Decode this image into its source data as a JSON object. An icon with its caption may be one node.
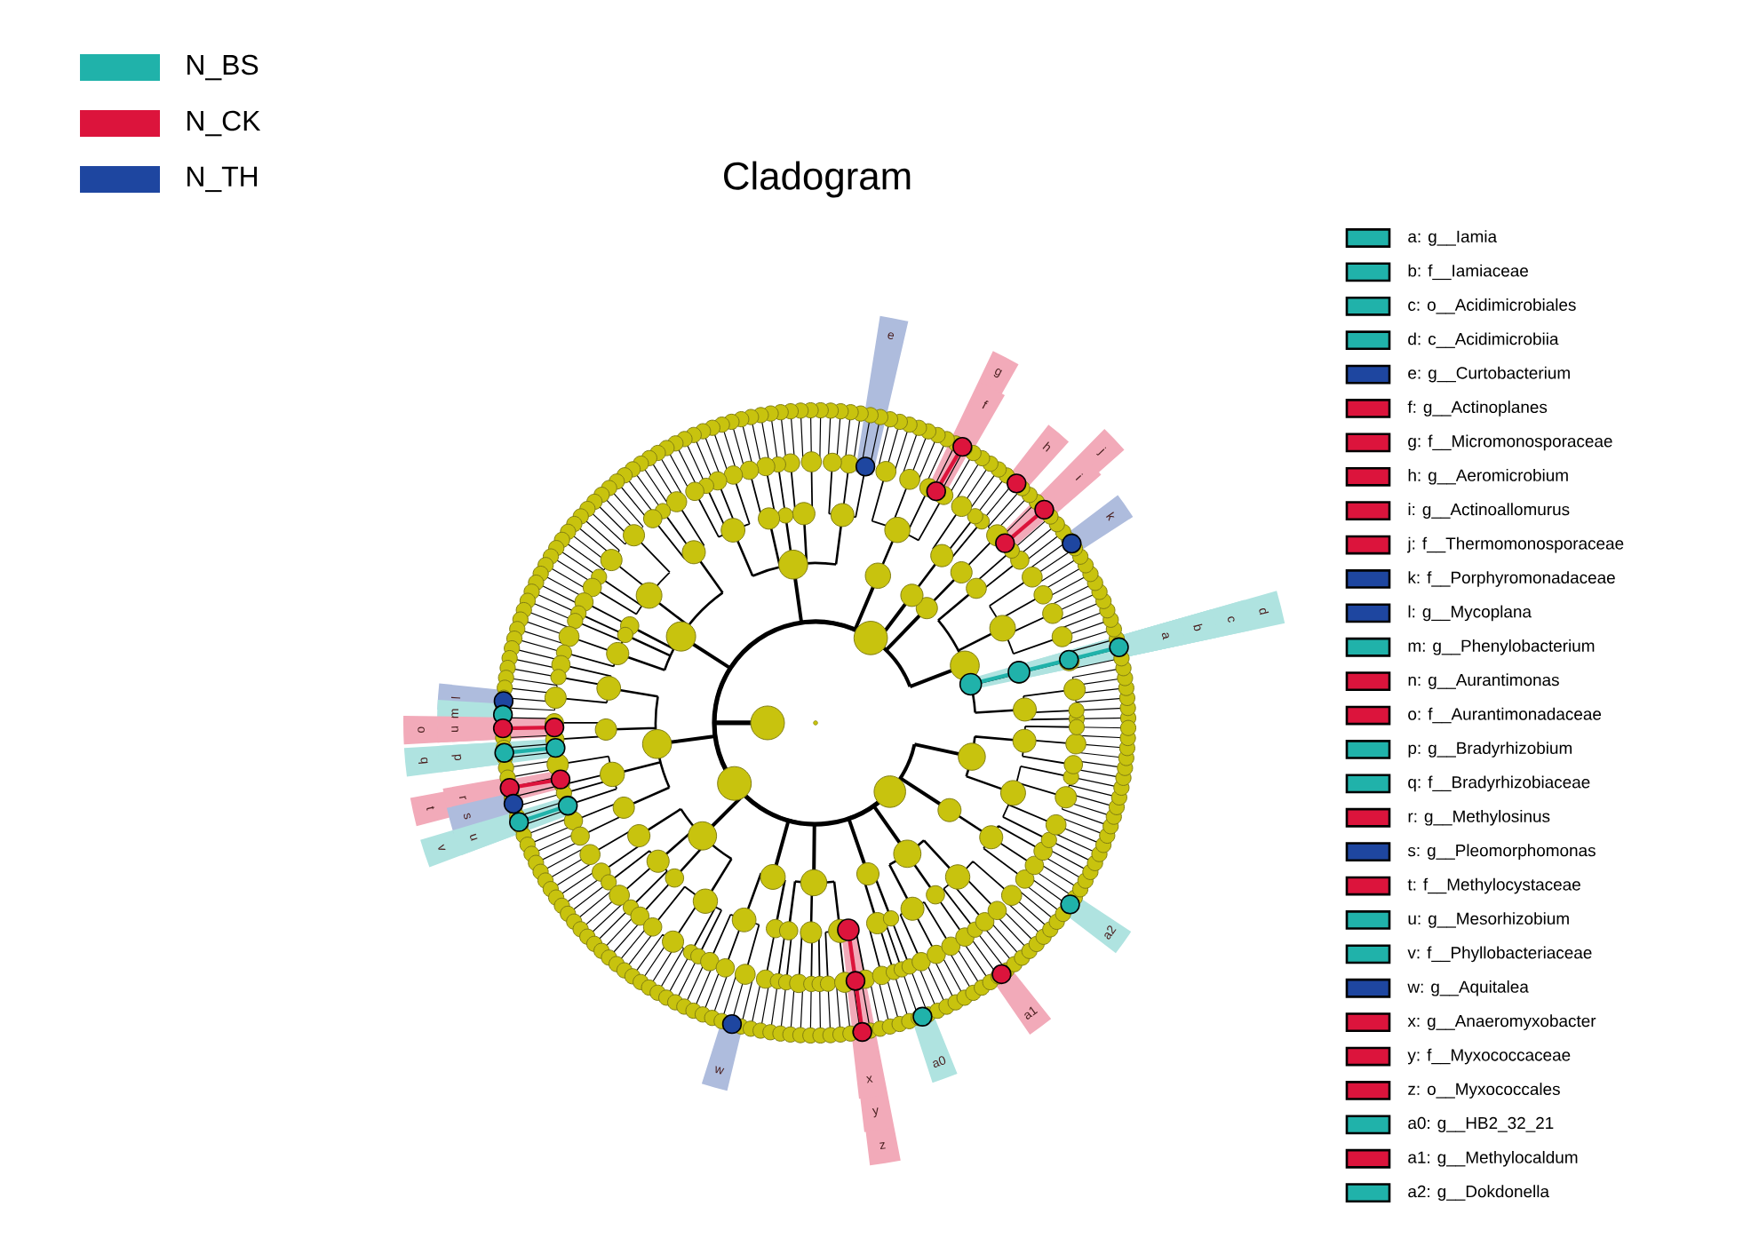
{
  "diagram": {
    "title": "Cladogram",
    "labels": [
      "a",
      "b",
      "c",
      "d",
      "e",
      "f",
      "g",
      "h",
      "i",
      "j",
      "k",
      "l",
      "m",
      "n",
      "o",
      "p",
      "q",
      "r",
      "s",
      "t",
      "u",
      "v",
      "w",
      "x",
      "y",
      "z",
      "a0",
      "a1",
      "a2"
    ],
    "legend": [
      {
        "text": "N_BS",
        "color": "#20b2aa"
      },
      {
        "text": "N_CK",
        "color": "#dc143c"
      },
      {
        "text": "N_TH",
        "color": "#1e46a0"
      },
      {
        "text": "a: g__Iamia",
        "color": "#20b2aa"
      },
      {
        "text": "b: f__Iamiaceae",
        "color": "#20b2aa"
      },
      {
        "text": "c: o__Acidimicrobiales",
        "color": "#20b2aa"
      },
      {
        "text": "d: c__Acidimicrobiia",
        "color": "#20b2aa"
      },
      {
        "text": "e: g__Curtobacterium",
        "color": "#1e46a0"
      },
      {
        "text": "f: g__Actinoplanes",
        "color": "#dc143c"
      },
      {
        "text": "g: f__Micromonosporaceae",
        "color": "#dc143c"
      },
      {
        "text": "h: g__Aeromicrobium",
        "color": "#dc143c"
      },
      {
        "text": "i: g__Actinoallomurus",
        "color": "#dc143c"
      },
      {
        "text": "j: f__Thermomonosporaceae",
        "color": "#dc143c"
      },
      {
        "text": "k: f__Porphyromonadaceae",
        "color": "#1e46a0"
      },
      {
        "text": "l: g__Mycoplana",
        "color": "#1e46a0"
      },
      {
        "text": "m: g__Phenylobacterium",
        "color": "#20b2aa"
      },
      {
        "text": "n: g__Aurantimonas",
        "color": "#dc143c"
      },
      {
        "text": "o: f__Aurantimonadaceae",
        "color": "#dc143c"
      },
      {
        "text": "p: g__Bradyrhizobium",
        "color": "#20b2aa"
      },
      {
        "text": "q: f__Bradyrhizobiaceae",
        "color": "#20b2aa"
      },
      {
        "text": "r: g__Methylosinus",
        "color": "#dc143c"
      },
      {
        "text": "s: g__Pleomorphomonas",
        "color": "#1e46a0"
      },
      {
        "text": "t: f__Methylocystaceae",
        "color": "#dc143c"
      },
      {
        "text": "u: g__Mesorhizobium",
        "color": "#20b2aa"
      },
      {
        "text": "v: f__Phyllobacteriaceae",
        "color": "#20b2aa"
      },
      {
        "text": "w: g__Aquitalea",
        "color": "#1e46a0"
      },
      {
        "text": "x: g__Anaeromyxobacter",
        "color": "#dc143c"
      },
      {
        "text": "y: f__Myxococcaceae",
        "color": "#dc143c"
      },
      {
        "text": "z: o__Myxococcales",
        "color": "#dc143c"
      },
      {
        "text": "a0: g__HB2_32_21",
        "color": "#20b2aa"
      },
      {
        "text": "a1: g__Methylocaldum",
        "color": "#dc143c"
      },
      {
        "text": "a2: g__Dokdonella",
        "color": "#20b2aa"
      }
    ]
  }
}
